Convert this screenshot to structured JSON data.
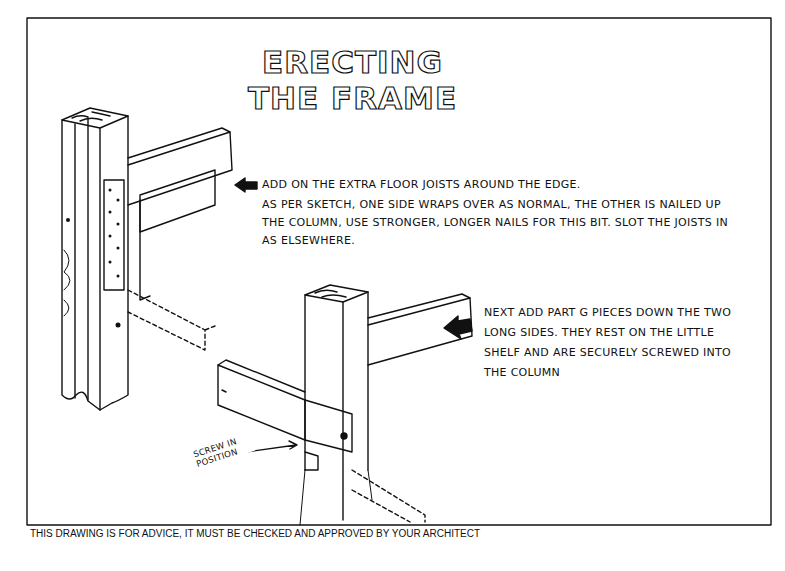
{
  "diagram": {
    "title": "ERECTING THE FRAME",
    "labels": [
      "ADD ON THE EXTRA FLOOR JOISTS AROUND THE EDGE.",
      "AS PER SKETCH, ONE SIDE WRAPS OVER AS NORMAL, THE OTHER IS NAILED UP THE COLUMN, USE STRONGER, LONGER NAILS FOR THIS BIT. SLOT THE JOISTS IN AS ELSEWHERE.",
      "NEXT ADD PART G PIECES DOWN THE TWO LONG SIDES. THEY REST ON THE LITTLE SHELF AND ARE SECURELY SCREWED INTO THE COLUMN",
      "SCREW IN POSITION",
      "THIS DRAWING IS FOR ADVICE, IT MUST BE CHECKED AND APPROVED BY YOUR ARCHITECT"
    ]
  }
}
